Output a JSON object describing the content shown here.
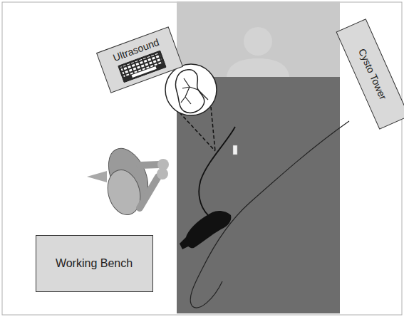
{
  "diagram": {
    "nodes": [
      {
        "text": [
          "Ultrasound"
        ]
      },
      {
        "text": [
          "Cysto Tower"
        ]
      },
      {
        "text": [
          "Working Bench"
        ]
      }
    ]
  }
}
